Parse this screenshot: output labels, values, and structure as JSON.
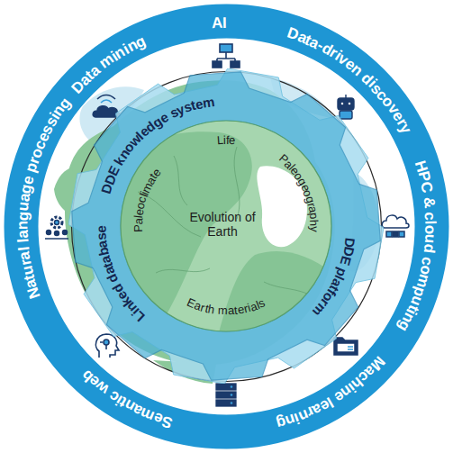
{
  "diagram": {
    "nodes": [
      {
        "text": [
          "Data mining",
          "AI",
          "Data-driven discovery",
          "HPC & cloud computing",
          "Machine learning",
          "Semantic web",
          "Natural language processing"
        ]
      },
      {
        "text": [
          "DDE knowledge system",
          "DDE platform",
          "Linked database"
        ],
        "in": 0
      },
      {
        "text": [
          "Life",
          "Paleogeography",
          "Earth materials",
          "Paleoclimate"
        ],
        "in": 1
      },
      {
        "text": [
          "Evolution of Earth"
        ],
        "in": 2
      }
    ]
  }
}
